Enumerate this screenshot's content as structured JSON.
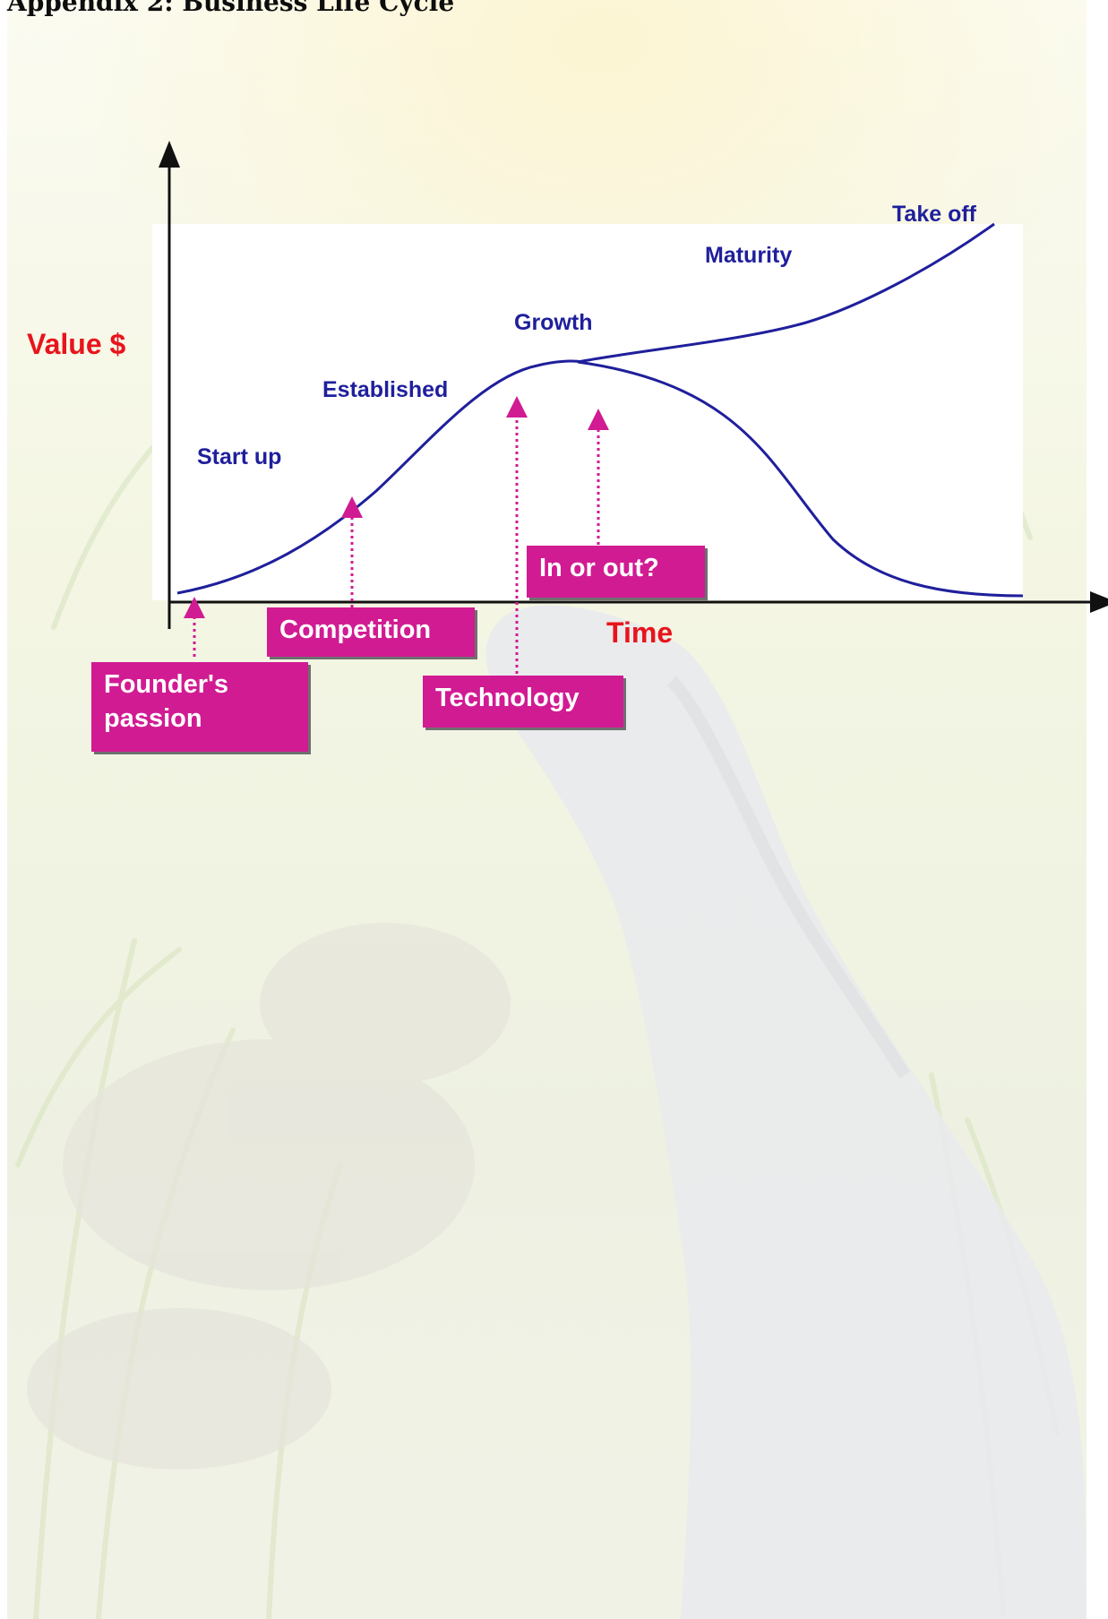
{
  "document": {
    "title": "Appendix 2: Business Life Cycle"
  },
  "diagram": {
    "axes": {
      "y_label": "Value $",
      "x_label": "Time"
    },
    "stages": [
      {
        "id": "start-up",
        "label": "Start up"
      },
      {
        "id": "established",
        "label": "Established"
      },
      {
        "id": "growth",
        "label": "Growth"
      },
      {
        "id": "maturity",
        "label": "Maturity"
      },
      {
        "id": "take-off",
        "label": "Take off"
      }
    ],
    "factors": [
      {
        "id": "founders-passion",
        "label": "Founder's\npassion"
      },
      {
        "id": "competition",
        "label": "Competition"
      },
      {
        "id": "technology",
        "label": "Technology"
      },
      {
        "id": "in-or-out",
        "label": "In or out?"
      }
    ],
    "colors": {
      "curve": "#1f1f9c",
      "stage_text": "#1f1f9c",
      "axis_text": "#e8141c",
      "factor_box": "#d11b93",
      "factor_arrow": "#d11b93",
      "axis": "#111111"
    }
  }
}
